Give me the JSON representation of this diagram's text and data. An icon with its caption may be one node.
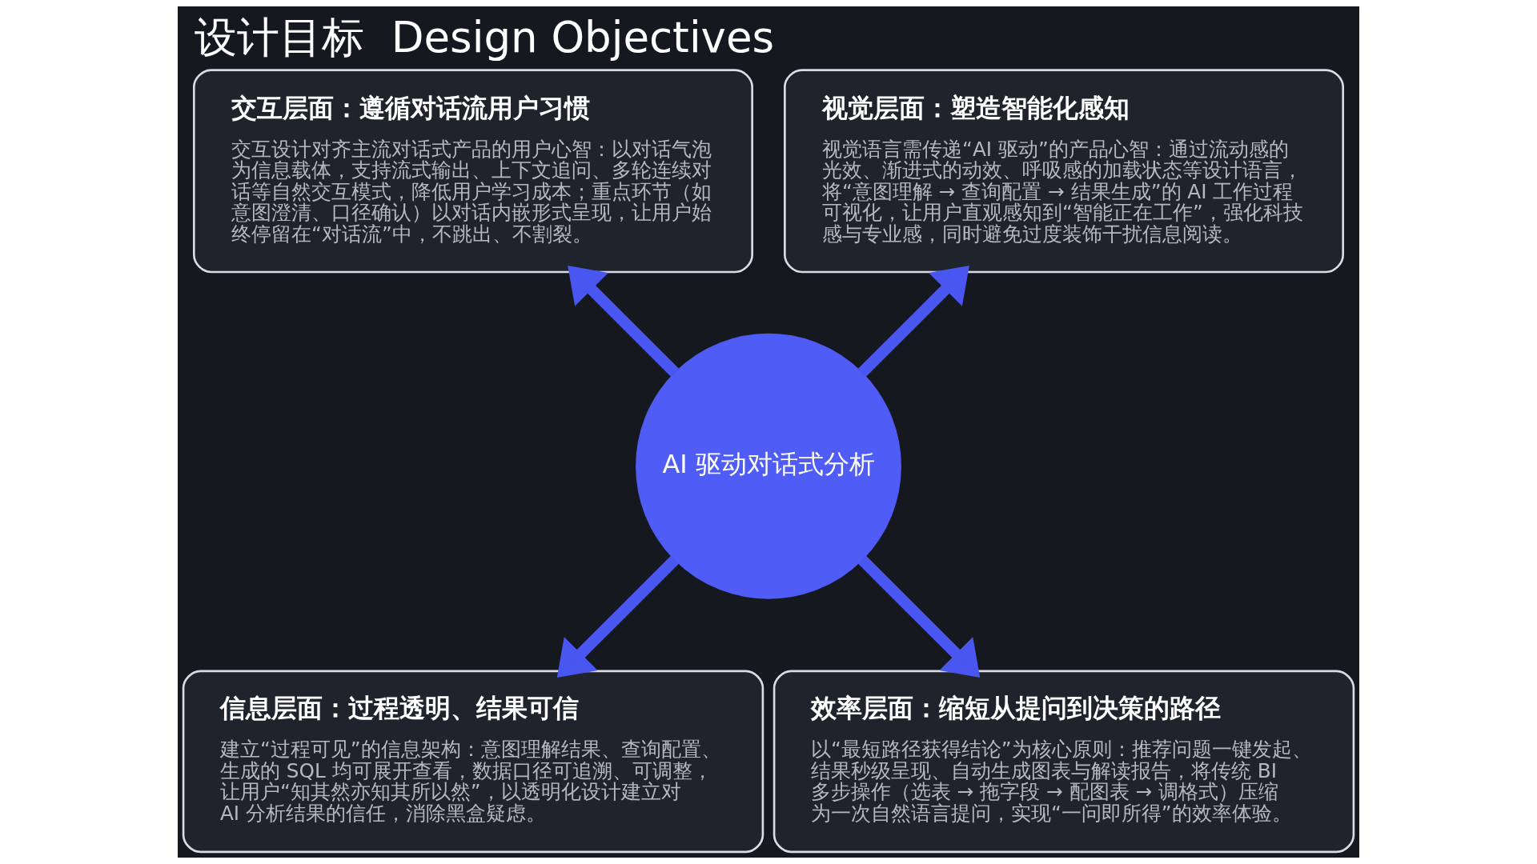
{
  "diagram": {
    "title": "设计目标  Design Objectives",
    "nodes": [
      {
        "text": [
          "视觉层面：塑造智能化感知",
          "视觉语言需传递“AI 驱动”的产品心智：通过流动感的光效、渐进式的动效、呼吸感的加载状态等设计语言，将“意图理解 → 查询配置 → 结果生成”的 AI 工作过程可视化，让用户直观感知到“智能正在工作”，强化科技感与专业感，同时避免过度装饰干扰信息阅读。"
        ]
      },
      {
        "text": [
          "交互层面：遵循对话流用户习惯",
          "交互设计对齐主流对话式产品的用户心智：以对话气泡为信息载体，支持流式输出、上下文追问、多轮连续对话等自然交互模式，降低用户学习成本；重点环节（如意图澄清、口径确认）以对话内嵌形式呈现，让用户始终停留在“对话流”中，不跳出、不割裂。"
        ]
      },
      {
        "text": [
          "AI 驱动对话式分析"
        ]
      },
      {
        "text": [
          "信息层面：过程透明、结果可信",
          "建立“过程可见”的信息架构：意图理解结果、查询配置、生成的 SQL 均可展开查看，数据口径可追溯、可调整，让用户“知其然亦知其所以然”，以透明化设计建立对 AI 分析结果的信任，消除黑盒疑虑。"
        ]
      },
      {
        "text": [
          "效率层面：缩短从提问到决策的路径",
          "以“最短路径获得结论”为核心原则：推荐问题一键发起、结果秒级呈现、自动生成图表与解读报告，将传统 BI 多步操作（选表 → 拖字段 → 配图表 → 调格式）压缩为一次自然语言提问，实现“一问即所得”的效率体验。"
        ]
      }
    ],
    "edges": [
      {
        "from": 2,
        "to": 0,
        "arrow": "to"
      },
      {
        "from": 2,
        "to": 1,
        "arrow": "to"
      },
      {
        "from": 2,
        "to": 3,
        "arrow": "to"
      },
      {
        "from": 2,
        "to": 4,
        "arrow": "to"
      }
    ]
  }
}
